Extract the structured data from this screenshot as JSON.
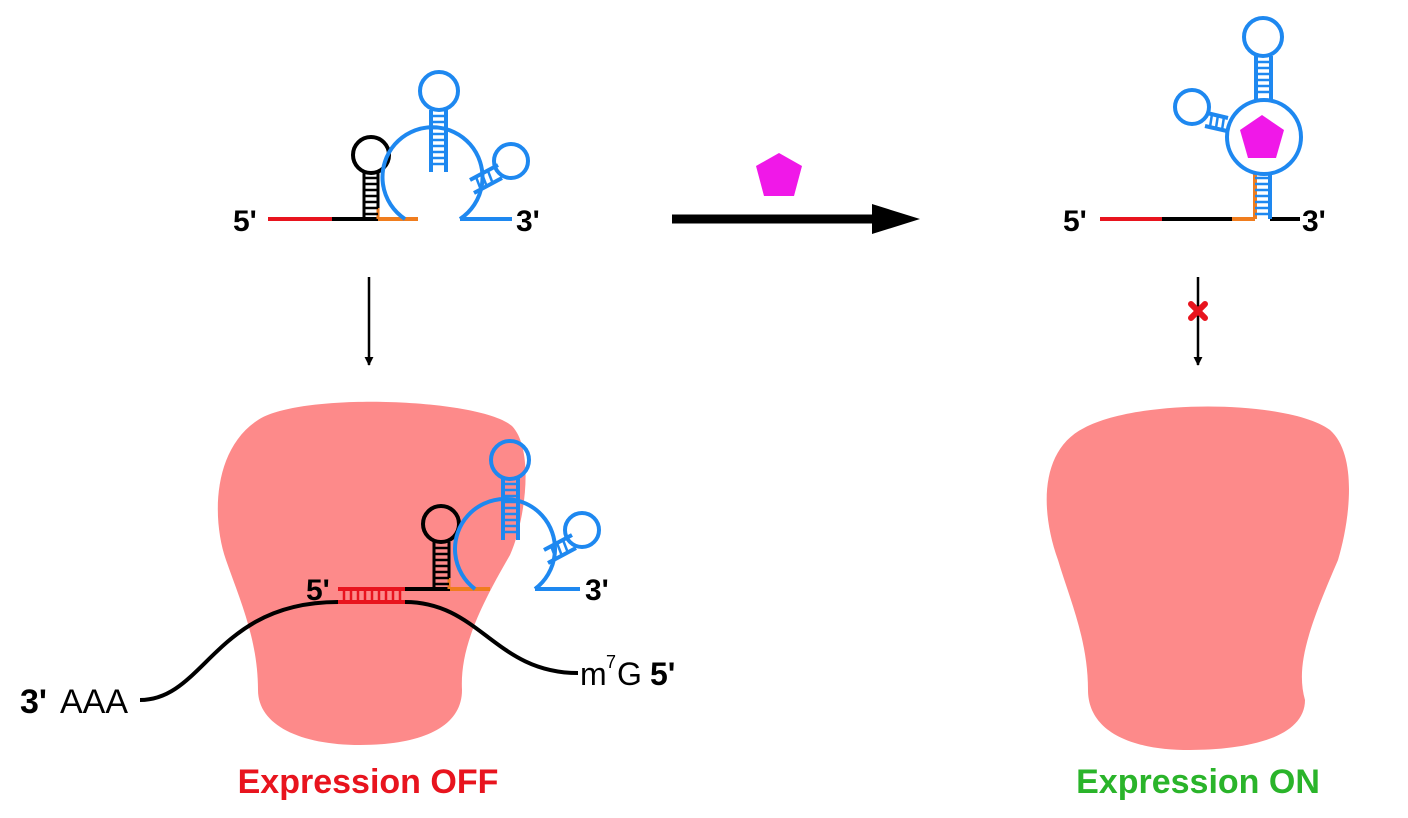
{
  "colors": {
    "ribosome": "#fd8a8a",
    "aptamer": "#1e88f0",
    "stem_black": "#000000",
    "linker_orange": "#f07d1e",
    "sd_red": "#e8141e",
    "ligand": "#f018e8",
    "block_x": "#e8141e",
    "off_text": "#e8141e",
    "on_text": "#2ab42a"
  },
  "labels": {
    "top_left_5p": "5'",
    "top_left_3p": "3'",
    "top_right_5p": "5'",
    "top_right_3p": "3'",
    "bottom_left_5p": "5'",
    "bottom_left_3p": "3'",
    "mrna_3p": "3'",
    "mrna_aaa": "AAA",
    "mrna_m": "m",
    "mrna_sup": "7",
    "mrna_g": "G",
    "mrna_5p": "5'"
  },
  "captions": {
    "off": "Expression OFF",
    "on": "Expression ON"
  },
  "icons": {
    "ligand": "pentagon",
    "block": "red-x",
    "main_arrow": "thick-right-arrow"
  }
}
